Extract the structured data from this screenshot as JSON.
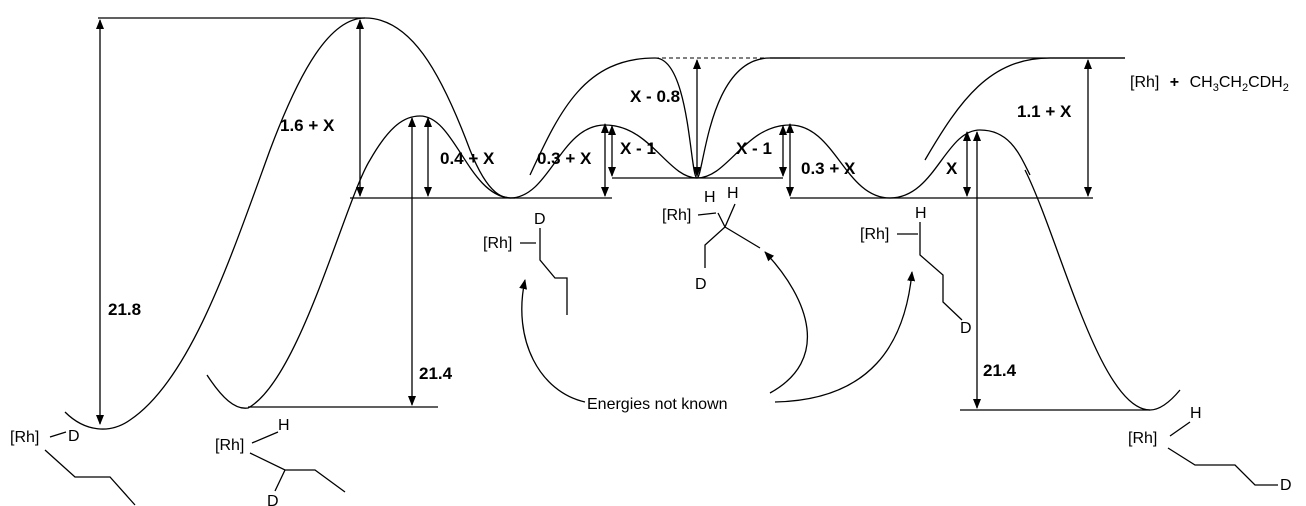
{
  "energy_labels": {
    "e_21_8": "21.8",
    "e_1_6_x": "1.6 + X",
    "e_0_4_x": "0.4 + X",
    "e_0_3_x_left": "0.3 + X",
    "e_x_minus_1_left": "X - 1",
    "e_x_minus_0_8": "X - 0.8",
    "e_x_minus_1_right": "X - 1",
    "e_0_3_x_right": "0.3 + X",
    "e_x": "X",
    "e_1_1_x": "1.1 + X",
    "e_21_4_left": "21.4",
    "e_21_4_right": "21.4"
  },
  "annotation": "Energies not known",
  "product": {
    "rh": "[Rh]",
    "plus": "+",
    "formula_parts": [
      "CH",
      "3",
      "CH",
      "2",
      "CDH",
      "2"
    ]
  },
  "structures": {
    "rh": "[Rh]",
    "h": "H",
    "d": "D"
  }
}
